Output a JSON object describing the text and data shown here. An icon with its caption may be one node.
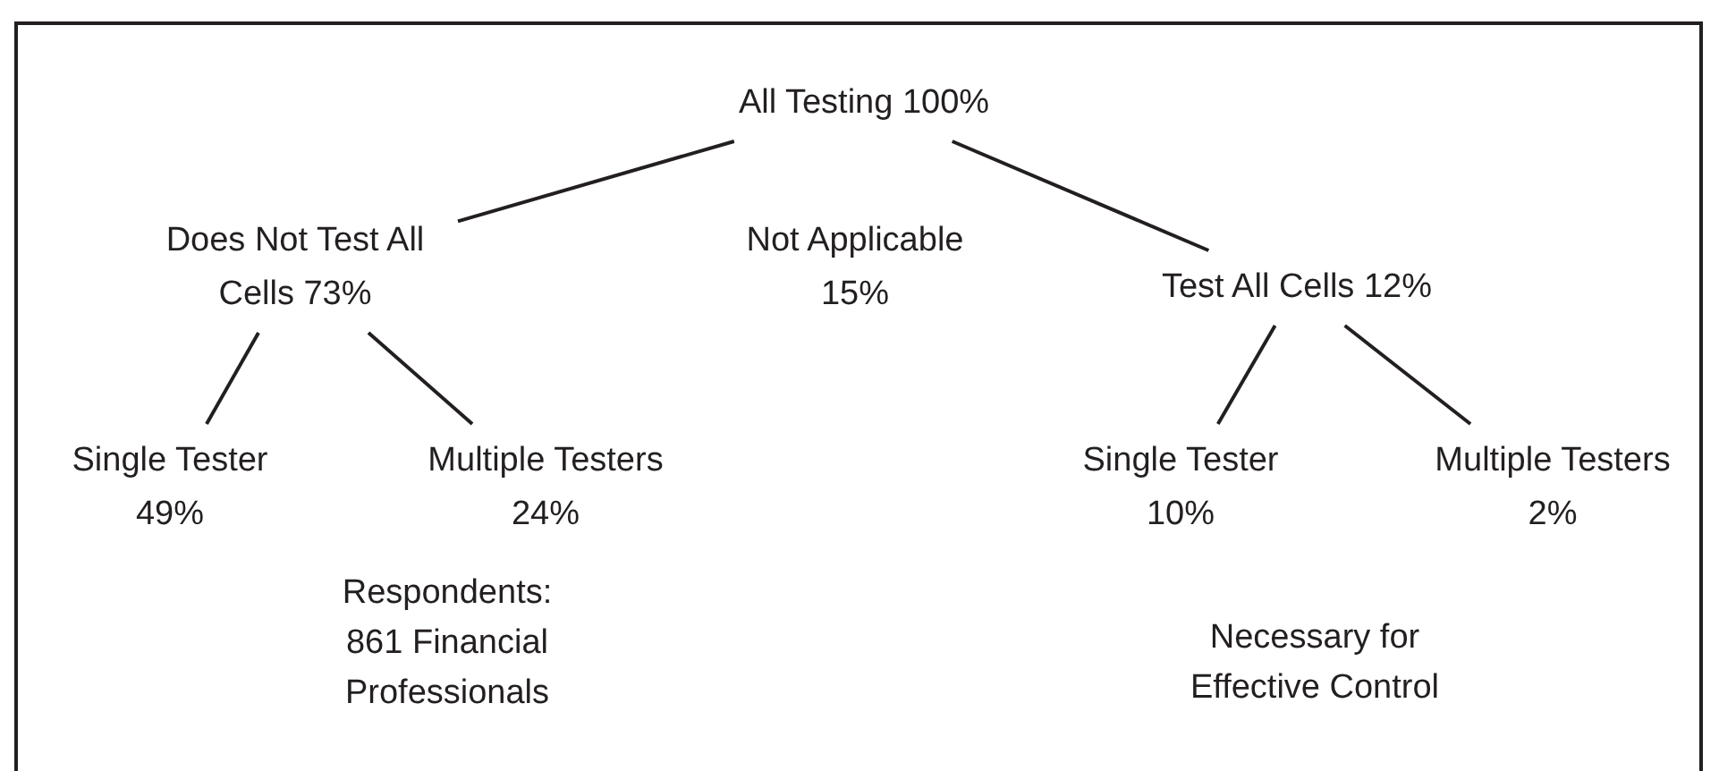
{
  "diagram": {
    "nodes": [
      {
        "text": [
          "All Testing 100%"
        ]
      },
      {
        "text": [
          "Does Not Test All Cells 73%"
        ]
      },
      {
        "text": [
          "Not Applicable 15%"
        ]
      },
      {
        "text": [
          "Test All Cells 12%"
        ]
      },
      {
        "text": [
          "Single Tester 49%"
        ]
      },
      {
        "text": [
          "Multiple Testers 24%"
        ]
      },
      {
        "text": [
          "Single Tester 10%"
        ]
      },
      {
        "text": [
          "Multiple Testers 2%"
        ]
      }
    ],
    "edges": [
      {
        "from": 0,
        "to": 1,
        "arrow": "none"
      },
      {
        "from": 0,
        "to": 3,
        "arrow": "none"
      },
      {
        "from": 1,
        "to": 4,
        "arrow": "none"
      },
      {
        "from": 1,
        "to": 5,
        "arrow": "none"
      },
      {
        "from": 3,
        "to": 6,
        "arrow": "none"
      },
      {
        "from": 3,
        "to": 7,
        "arrow": "none"
      }
    ],
    "labels": [
      "Respondents: 861 Financial Professionals",
      "Necessary for Effective Control"
    ]
  }
}
